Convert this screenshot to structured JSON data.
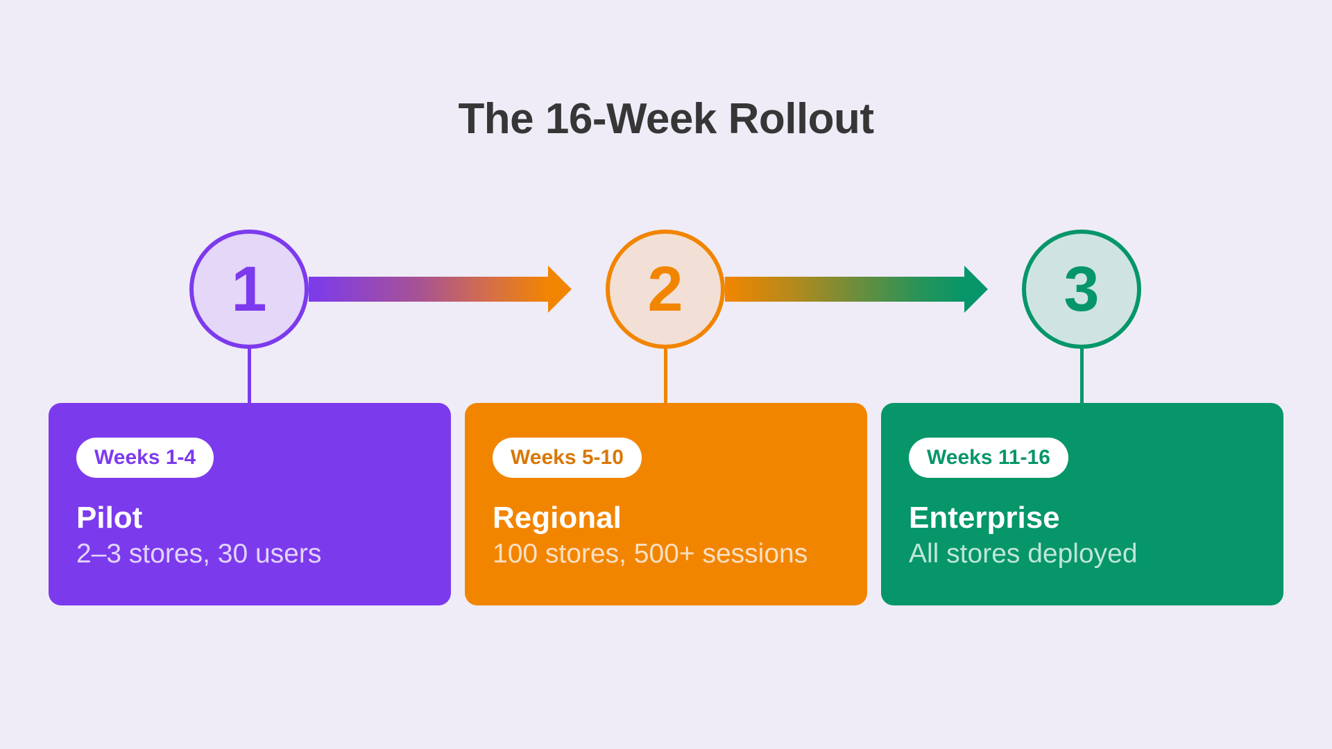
{
  "title": "The 16-Week Rollout",
  "colors": {
    "background": "#efecf7",
    "title": "#363636",
    "purple": "#7c3aed",
    "orange": "#f28500",
    "green": "#069669"
  },
  "phases": [
    {
      "number": "1",
      "weeks": "Weeks 1-4",
      "name": "Pilot",
      "description": "2–3 stores, 30 users",
      "color": "#7c3aed",
      "circle_fill": "#e4d7f8",
      "pill_text_color": "#7c3aed",
      "desc_color": "#e2d4fb"
    },
    {
      "number": "2",
      "weeks": "Weeks 5-10",
      "name": "Regional",
      "description": "100 stores, 500+ sessions",
      "color": "#f28500",
      "circle_fill": "#f2e0d6",
      "pill_text_color": "#d97706",
      "desc_color": "#fbe0c4"
    },
    {
      "number": "3",
      "weeks": "Weeks 11-16",
      "name": "Enterprise",
      "description": "All stores deployed",
      "color": "#069669",
      "circle_fill": "#cfe4e1",
      "pill_text_color": "#069669",
      "desc_color": "#bfe6d8"
    }
  ],
  "arrows": [
    {
      "from": "1",
      "to": "2",
      "gradient_start": "#7c3aed",
      "gradient_end": "#f28500"
    },
    {
      "from": "2",
      "to": "3",
      "gradient_start": "#f28500",
      "gradient_end": "#069669"
    }
  ]
}
